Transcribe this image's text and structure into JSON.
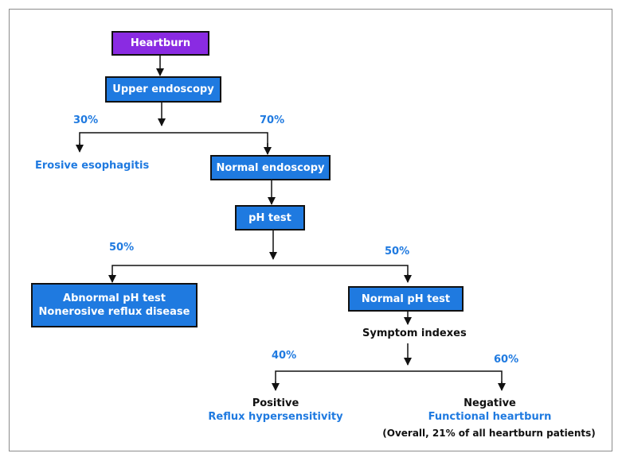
{
  "nodes": {
    "heartburn": "Heartburn",
    "upper_endoscopy": "Upper endoscopy",
    "erosive_esophagitis": "Erosive esophagitis",
    "normal_endoscopy": "Normal endoscopy",
    "ph_test": "pH test",
    "abnormal_ph_line1": "Abnormal pH test",
    "abnormal_ph_line2": "Nonerosive reflux disease",
    "normal_ph_test": "Normal pH test",
    "symptom_indexes": "Symptom indexes",
    "positive": "Positive",
    "reflux_hypersensitivity": "Reflux hypersensitivity",
    "negative": "Negative",
    "functional_heartburn": "Functional heartburn",
    "overall_note": "(Overall, 21% of all heartburn patients)"
  },
  "percentages": {
    "erosive": "30%",
    "normal_endoscopy": "70%",
    "abnormal_ph": "50%",
    "normal_ph": "50%",
    "positive": "40%",
    "negative": "60%"
  },
  "colors": {
    "box_blue": "#1f7ae0",
    "box_purple": "#8a2be2",
    "text_blue": "#1f7ae0",
    "line": "#111111"
  }
}
